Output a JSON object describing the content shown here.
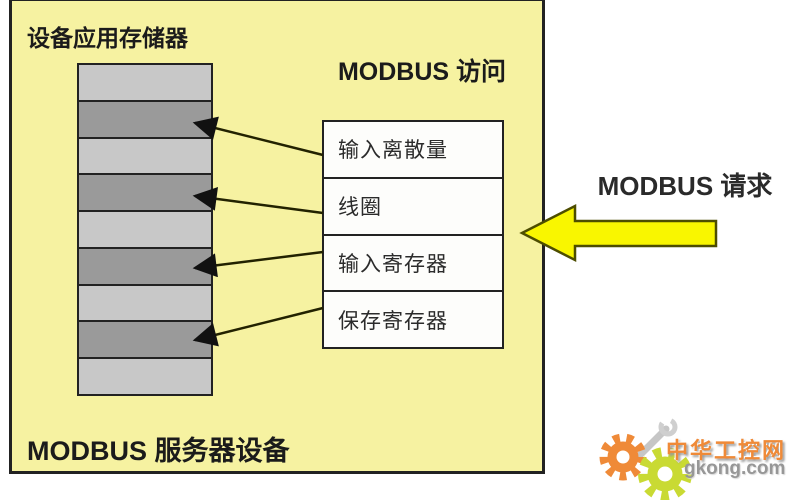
{
  "server_box": {
    "label": "MODBUS 服务器设备",
    "memory_title": "设备应用存储器",
    "access_title": "MODBUS 访问",
    "fill_color": "#f6f2a1"
  },
  "memory_column": {
    "band_pattern": [
      "light",
      "dark",
      "light",
      "dark",
      "light",
      "dark",
      "light",
      "dark",
      "light"
    ],
    "light_color": "#c8c8c8",
    "dark_color": "#9a9a9a",
    "arrow_target_bands": [
      2,
      4,
      6,
      8
    ]
  },
  "access_table": {
    "rows": [
      {
        "label": "输入离散量"
      },
      {
        "label": "线圈"
      },
      {
        "label": "输入寄存器"
      },
      {
        "label": "保存寄存器"
      }
    ]
  },
  "request": {
    "label": "MODBUS 请求",
    "arrow_color": "#f9f600"
  },
  "watermark": {
    "site_name": "中华工控网",
    "site_url": "gkong.com",
    "orange_color": "#ef8a38",
    "green_color": "#c9da33"
  }
}
